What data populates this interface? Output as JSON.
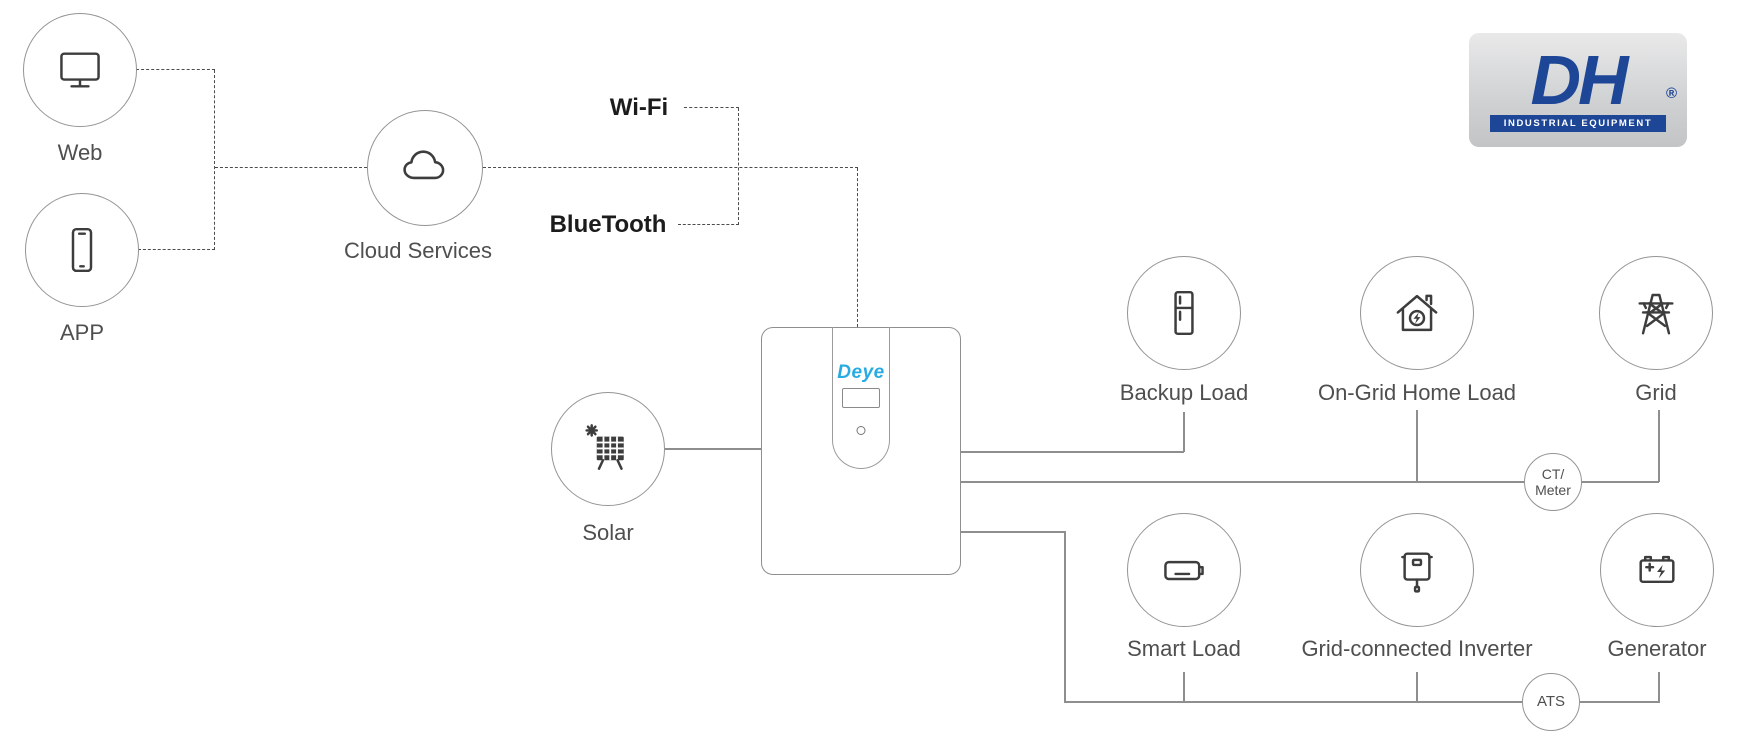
{
  "nodes": {
    "web": "Web",
    "app": "APP",
    "cloud": "Cloud Services",
    "solar": "Solar",
    "backup_load": "Backup Load",
    "ongrid_home_load": "On-Grid Home Load",
    "grid": "Grid",
    "smart_load": "Smart Load",
    "grid_connected_inverter": "Grid-connected Inverter",
    "generator": "Generator"
  },
  "links": {
    "wifi": "Wi-Fi",
    "bluetooth": "BlueTooth"
  },
  "inverter": {
    "brand": "Deye"
  },
  "connectors": {
    "ct_meter_line1": "CT/",
    "ct_meter_line2": "Meter",
    "ats": "ATS"
  },
  "logo": {
    "text": "DH",
    "registered": "®",
    "subtitle": "INDUSTRIAL EQUIPMENT"
  },
  "colors": {
    "brand_blue": "#29abe2",
    "logo_blue": "#1d4696",
    "line_gray": "#8e8e8e",
    "dash_gray": "#4c4c4c",
    "text_gray": "#4f4f4f"
  }
}
